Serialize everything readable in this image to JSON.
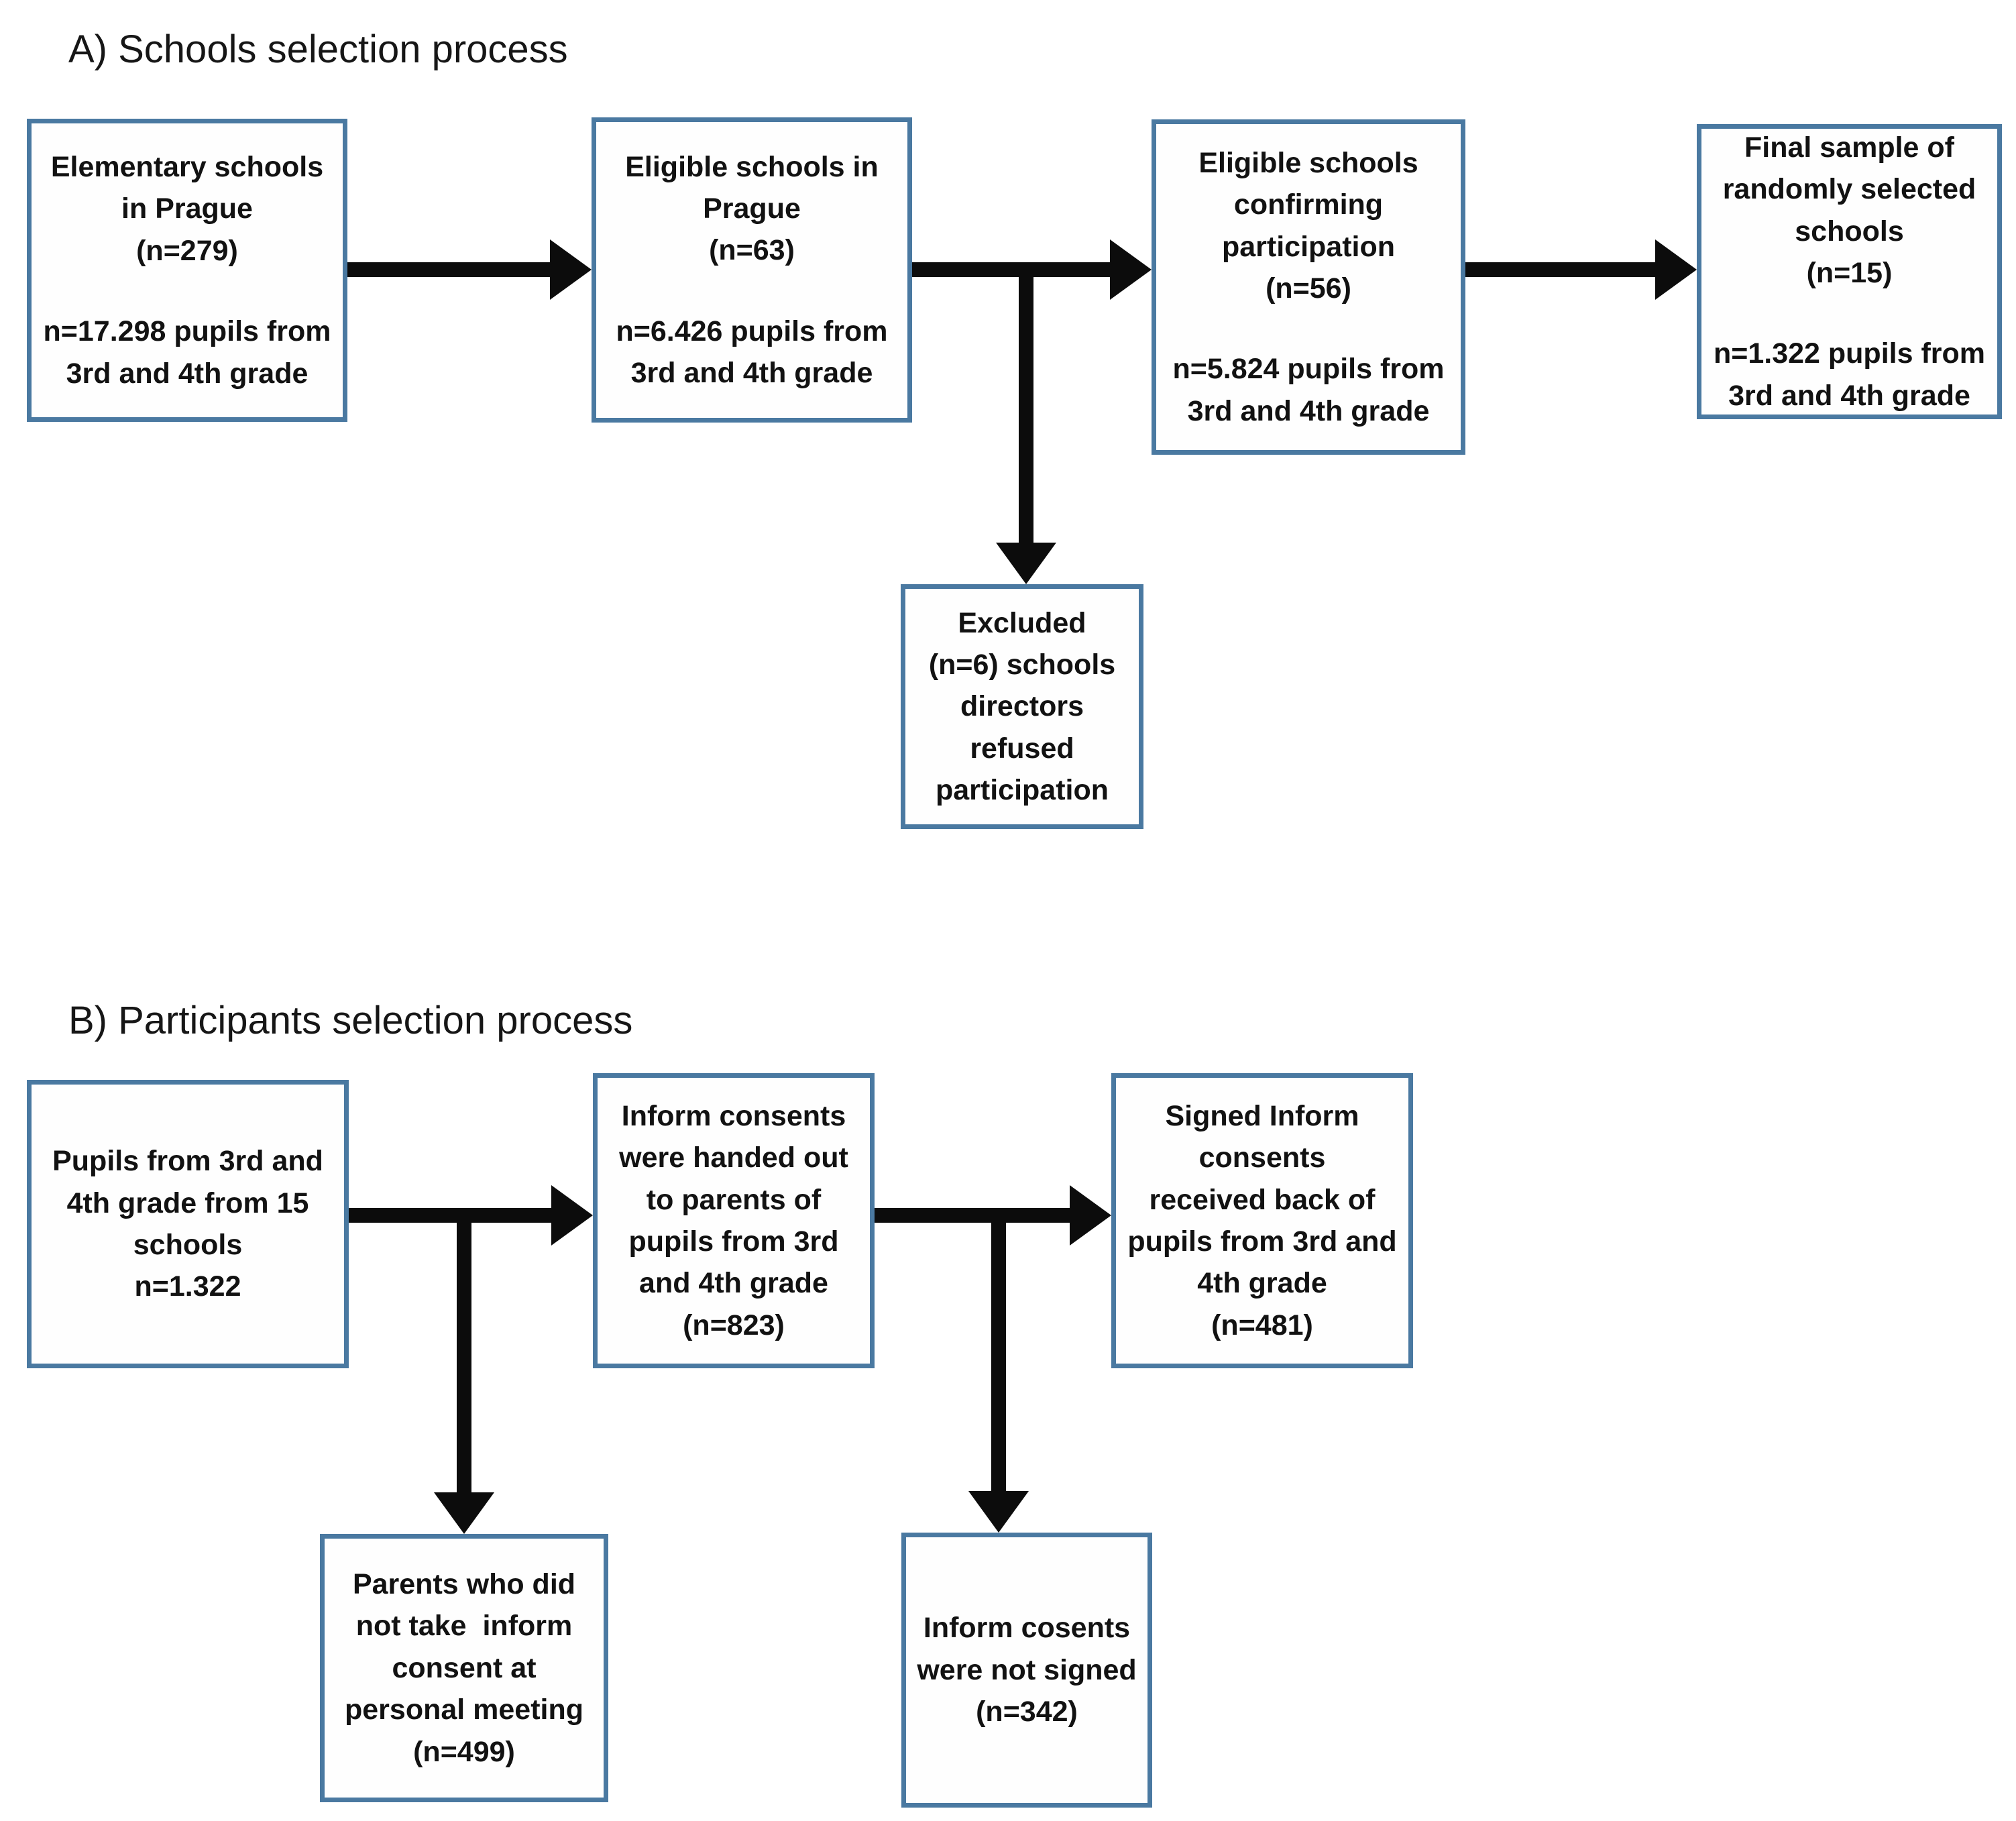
{
  "diagram": {
    "kind": "flowchart",
    "colors": {
      "box_border": "#4a79a1",
      "box_background": "#fefefe",
      "text": "#121212",
      "arrow": "#0c0c0c",
      "page_background": "#ffffff"
    },
    "sections": {
      "a": {
        "title": "A) Schools selection process"
      },
      "b": {
        "title": "B) Participants selection process"
      }
    },
    "boxes": {
      "a1": {
        "main": "Elementary schools\nin Prague\n(n=279)",
        "sub": "n=17.298 pupils from\n3rd and 4th grade"
      },
      "a2": {
        "main": "Eligible schools in\nPrague\n(n=63)",
        "sub": "n=6.426 pupils from\n3rd and 4th grade"
      },
      "a3": {
        "main": "Eligible schools\nconfirming\nparticipation\n(n=56)",
        "sub": "n=5.824 pupils from\n3rd and 4th grade"
      },
      "a4": {
        "main": "Final sample of\nrandomly selected\nschools\n(n=15)",
        "sub": "n=1.322 pupils from\n3rd and 4th grade"
      },
      "a_excluded": {
        "main": "Excluded\n(n=6) schools\ndirectors\nrefused\nparticipation"
      },
      "b1": {
        "main": "Pupils from 3rd and\n4th grade from 15\nschools\nn=1.322"
      },
      "b2": {
        "main": "Inform consents\nwere handed out\nto parents of\npupils from 3rd\nand 4th grade\n(n=823)"
      },
      "b3": {
        "main": "Signed Inform\nconsents\nreceived back of\npupils from 3rd and\n4th grade\n(n=481)"
      },
      "b4": {
        "main": "Parents who did\nnot take  inform\nconsent at\npersonal meeting\n(n=499)"
      },
      "b5": {
        "main": "Inform cosents\nwere not signed\n(n=342)"
      }
    }
  }
}
